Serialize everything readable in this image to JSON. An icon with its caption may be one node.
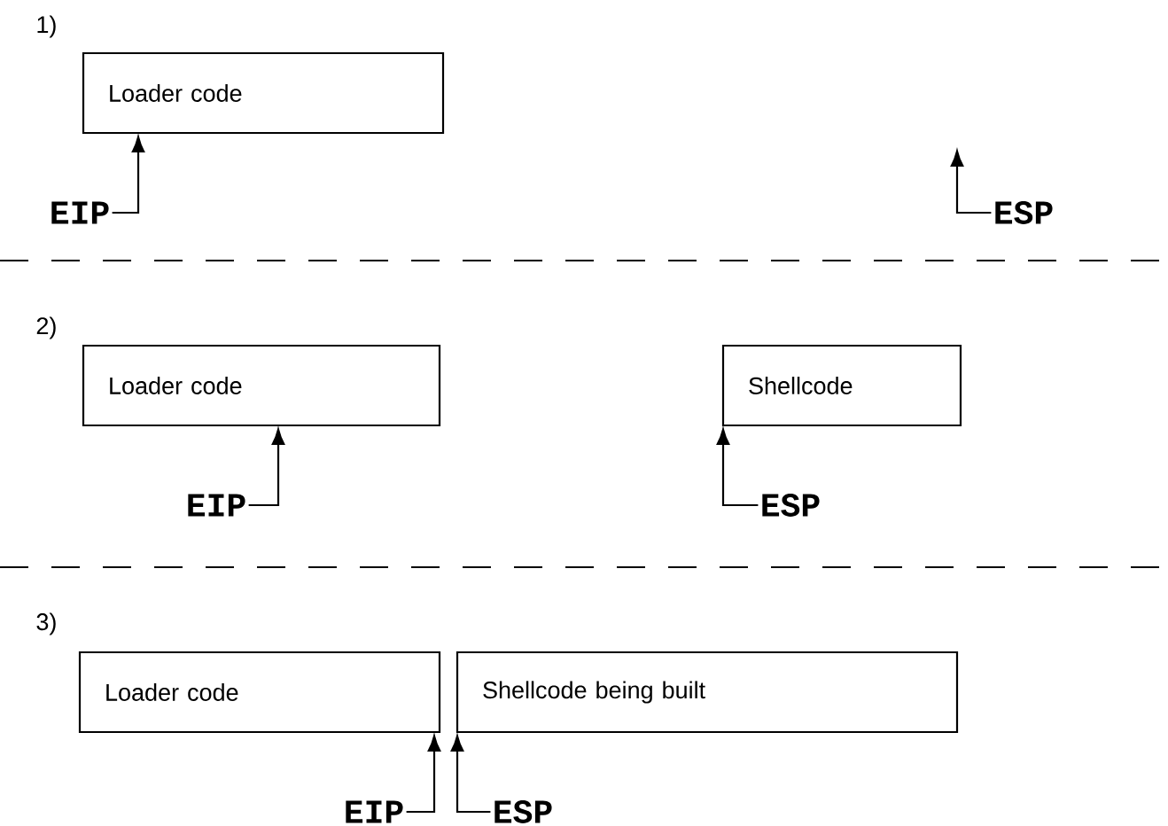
{
  "diagram": {
    "nodes": [
      {
        "text": [
          "Loader code"
        ]
      },
      {
        "text": [
          "EIP"
        ]
      },
      {
        "text": [
          "ESP"
        ]
      },
      {
        "text": [
          "Loader code"
        ]
      },
      {
        "text": [
          "Shellcode"
        ]
      },
      {
        "text": [
          "EIP"
        ]
      },
      {
        "text": [
          "ESP"
        ]
      },
      {
        "text": [
          "Loader code"
        ]
      },
      {
        "text": [
          "Shellcode being built"
        ]
      },
      {
        "text": [
          "EIP"
        ]
      },
      {
        "text": [
          "ESP"
        ]
      }
    ],
    "edges": [
      {
        "from": 1,
        "to": 0,
        "arrow": "to"
      },
      {
        "from": 2,
        "to": null,
        "arrow": "to"
      },
      {
        "from": 5,
        "to": 3,
        "arrow": "to"
      },
      {
        "from": 6,
        "to": 4,
        "arrow": "to"
      },
      {
        "from": 9,
        "to": 7,
        "arrow": "to"
      },
      {
        "from": 10,
        "to": 8,
        "arrow": "to"
      }
    ],
    "labels": [
      "1)",
      "2)",
      "3)"
    ]
  }
}
